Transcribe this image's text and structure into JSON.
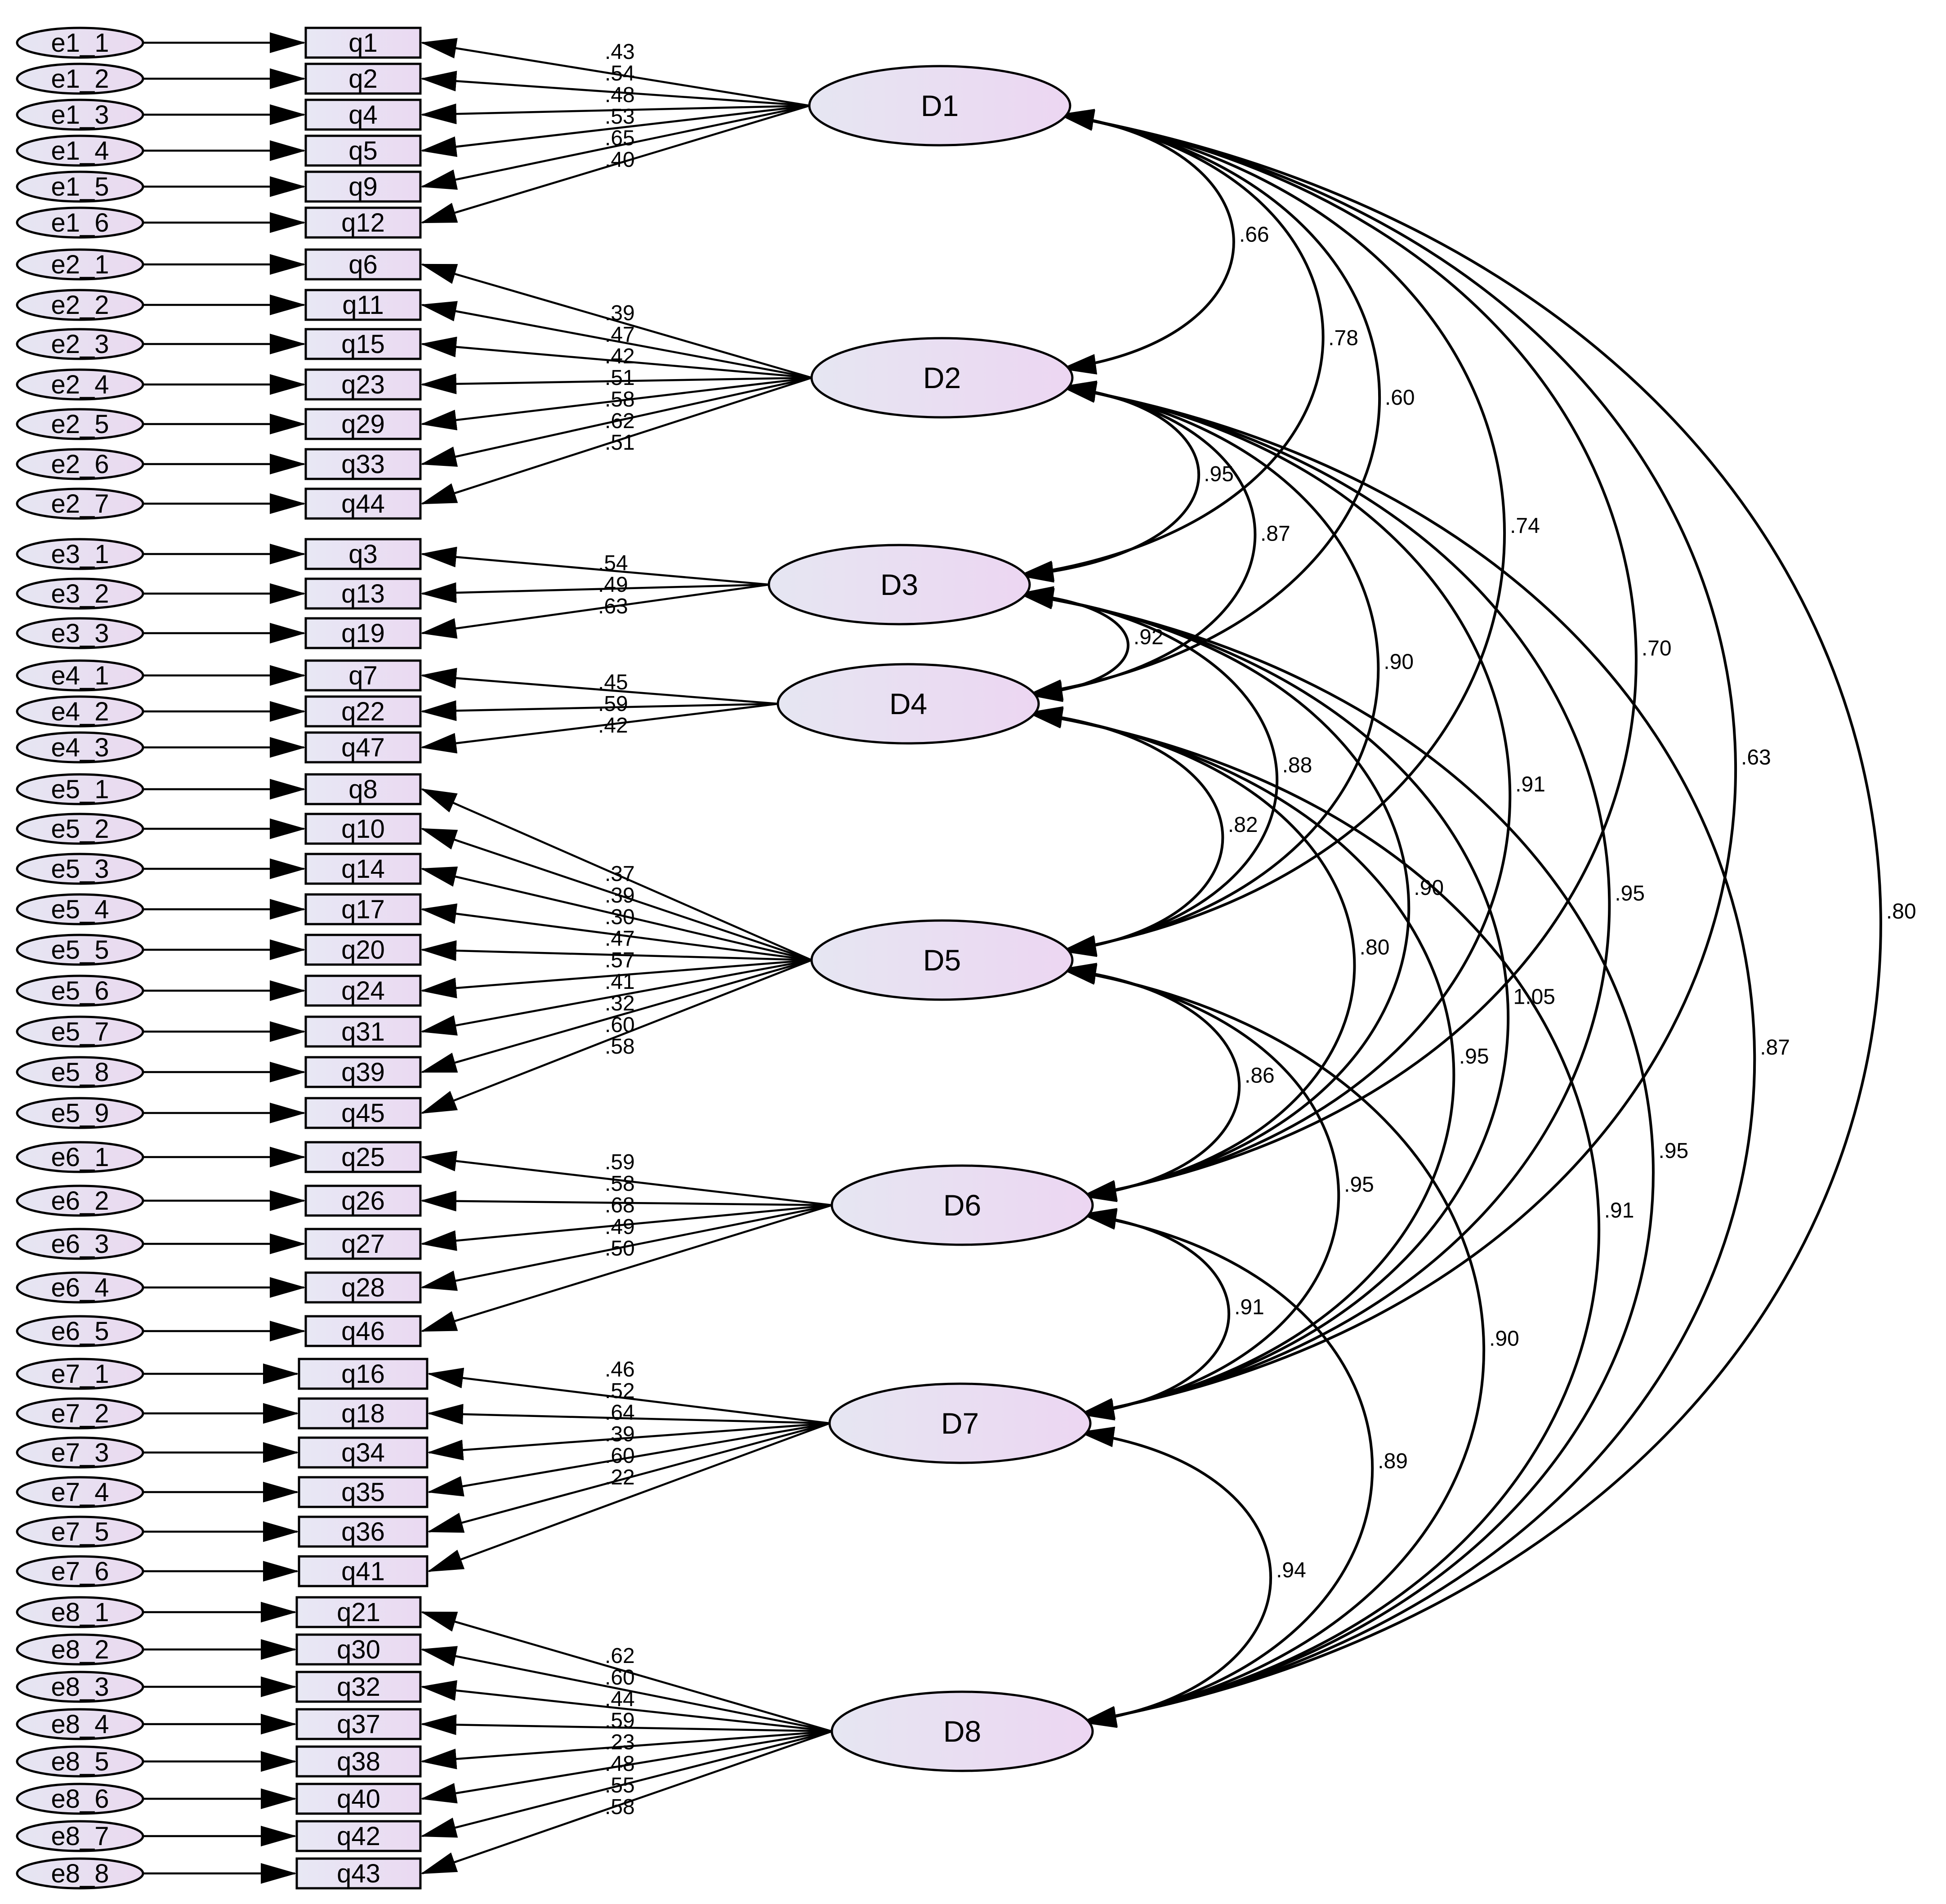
{
  "factors": [
    {
      "name": "D1",
      "items": [
        {
          "item": "q1",
          "err": "e1_1",
          "load": ".43"
        },
        {
          "item": "q2",
          "err": "e1_2",
          "load": ".54"
        },
        {
          "item": "q4",
          "err": "e1_3",
          "load": ".48"
        },
        {
          "item": "q5",
          "err": "e1_4",
          "load": ".53"
        },
        {
          "item": "q9",
          "err": "e1_5",
          "load": ".65"
        },
        {
          "item": "q12",
          "err": "e1_6",
          "load": ".40"
        }
      ]
    },
    {
      "name": "D2",
      "items": [
        {
          "item": "q6",
          "err": "e2_1",
          "load": ".39"
        },
        {
          "item": "q11",
          "err": "e2_2",
          "load": ".47"
        },
        {
          "item": "q15",
          "err": "e2_3",
          "load": ".42"
        },
        {
          "item": "q23",
          "err": "e2_4",
          "load": ".51"
        },
        {
          "item": "q29",
          "err": "e2_5",
          "load": ".58"
        },
        {
          "item": "q33",
          "err": "e2_6",
          "load": ".62"
        },
        {
          "item": "q44",
          "err": "e2_7",
          "load": ".51"
        }
      ]
    },
    {
      "name": "D3",
      "items": [
        {
          "item": "q3",
          "err": "e3_1",
          "load": ".54"
        },
        {
          "item": "q13",
          "err": "e3_2",
          "load": ".49"
        },
        {
          "item": "q19",
          "err": "e3_3",
          "load": ".63"
        }
      ]
    },
    {
      "name": "D4",
      "items": [
        {
          "item": "q7",
          "err": "e4_1",
          "load": ".45"
        },
        {
          "item": "q22",
          "err": "e4_2",
          "load": ".59"
        },
        {
          "item": "q47",
          "err": "e4_3",
          "load": ".42"
        }
      ]
    },
    {
      "name": "D5",
      "items": [
        {
          "item": "q8",
          "err": "e5_1",
          "load": ".37"
        },
        {
          "item": "q10",
          "err": "e5_2",
          "load": ".39"
        },
        {
          "item": "q14",
          "err": "e5_3",
          "load": ".30"
        },
        {
          "item": "q17",
          "err": "e5_4",
          "load": ".47"
        },
        {
          "item": "q20",
          "err": "e5_5",
          "load": ".57"
        },
        {
          "item": "q24",
          "err": "e5_6",
          "load": ".41"
        },
        {
          "item": "q31",
          "err": "e5_7",
          "load": ".32"
        },
        {
          "item": "q39",
          "err": "e5_8",
          "load": ".60"
        },
        {
          "item": "q45",
          "err": "e5_9",
          "load": ".58"
        }
      ]
    },
    {
      "name": "D6",
      "items": [
        {
          "item": "q25",
          "err": "e6_1",
          "load": ".59"
        },
        {
          "item": "q26",
          "err": "e6_2",
          "load": ".58"
        },
        {
          "item": "q27",
          "err": "e6_3",
          "load": ".68"
        },
        {
          "item": "q28",
          "err": "e6_4",
          "load": ".49"
        },
        {
          "item": "q46",
          "err": "e6_5",
          "load": ".50"
        }
      ]
    },
    {
      "name": "D7",
      "items": [
        {
          "item": "q16",
          "err": "e7_1",
          "load": ".46"
        },
        {
          "item": "q18",
          "err": "e7_2",
          "load": ".52"
        },
        {
          "item": "q34",
          "err": "e7_3",
          "load": ".64"
        },
        {
          "item": "q35",
          "err": "e7_4",
          "load": ".39"
        },
        {
          "item": "q36",
          "err": "e7_5",
          "load": ".60"
        },
        {
          "item": "q41",
          "err": "e7_6",
          "load": ".22"
        }
      ]
    },
    {
      "name": "D8",
      "items": [
        {
          "item": "q21",
          "err": "e8_1",
          "load": ".62"
        },
        {
          "item": "q30",
          "err": "e8_2",
          "load": ".60"
        },
        {
          "item": "q32",
          "err": "e8_3",
          "load": ".44"
        },
        {
          "item": "q37",
          "err": "e8_4",
          "load": ".59"
        },
        {
          "item": "q38",
          "err": "e8_5",
          "load": ".23"
        },
        {
          "item": "q40",
          "err": "e8_6",
          "load": ".48"
        },
        {
          "item": "q42",
          "err": "e8_7",
          "load": ".55"
        },
        {
          "item": "q43",
          "err": "e8_8",
          "load": ".58"
        }
      ]
    }
  ],
  "correlations": [
    {
      "from": "D1",
      "to": "D2",
      "value": ".66"
    },
    {
      "from": "D1",
      "to": "D3",
      "value": ".78"
    },
    {
      "from": "D1",
      "to": "D4",
      "value": ".60"
    },
    {
      "from": "D1",
      "to": "D5",
      "value": ".74"
    },
    {
      "from": "D1",
      "to": "D6",
      "value": ".70"
    },
    {
      "from": "D1",
      "to": "D7",
      "value": ".63"
    },
    {
      "from": "D1",
      "to": "D8",
      "value": ".80"
    },
    {
      "from": "D2",
      "to": "D3",
      "value": ".95"
    },
    {
      "from": "D2",
      "to": "D4",
      "value": ".87"
    },
    {
      "from": "D2",
      "to": "D5",
      "value": ".90"
    },
    {
      "from": "D2",
      "to": "D6",
      "value": ".91"
    },
    {
      "from": "D2",
      "to": "D7",
      "value": ".95"
    },
    {
      "from": "D2",
      "to": "D8",
      "value": ".87"
    },
    {
      "from": "D3",
      "to": "D4",
      "value": ".92"
    },
    {
      "from": "D3",
      "to": "D5",
      "value": ".88"
    },
    {
      "from": "D3",
      "to": "D6",
      "value": ".90"
    },
    {
      "from": "D3",
      "to": "D7",
      "value": "1.05"
    },
    {
      "from": "D3",
      "to": "D8",
      "value": ".95"
    },
    {
      "from": "D4",
      "to": "D5",
      "value": ".82"
    },
    {
      "from": "D4",
      "to": "D6",
      "value": ".80"
    },
    {
      "from": "D4",
      "to": "D7",
      "value": ".95"
    },
    {
      "from": "D4",
      "to": "D8",
      "value": ".91"
    },
    {
      "from": "D5",
      "to": "D6",
      "value": ".86"
    },
    {
      "from": "D5",
      "to": "D7",
      "value": ".95"
    },
    {
      "from": "D5",
      "to": "D8",
      "value": ".90"
    },
    {
      "from": "D6",
      "to": "D7",
      "value": ".91"
    },
    {
      "from": "D6",
      "to": "D8",
      "value": ".89"
    },
    {
      "from": "D7",
      "to": "D8",
      "value": ".94"
    }
  ]
}
